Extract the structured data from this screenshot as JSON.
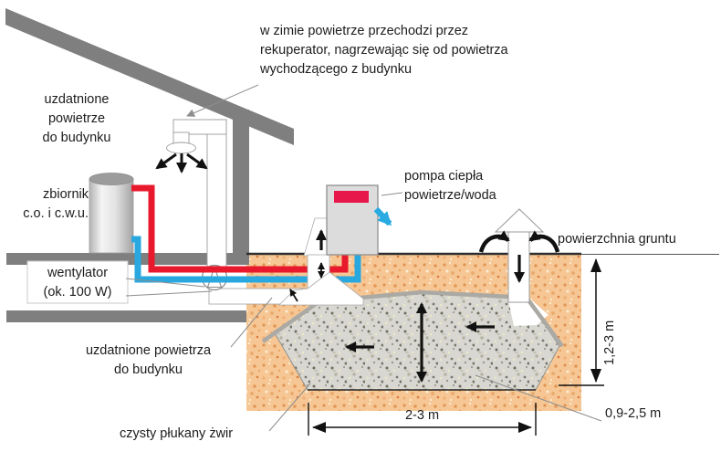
{
  "labels": {
    "winter_note": [
      "w zimie powietrze przechodzi przez",
      "rekuperator, nagrzewając się od powietrza",
      "wychodzącego z budynku"
    ],
    "supply_air_roof": [
      "uzdatnione",
      "powietrze",
      "do budynku"
    ],
    "tank": [
      "zbiornik",
      "c.o. i c.w.u."
    ],
    "fan": [
      "wentylator",
      "(ok. 100 W)"
    ],
    "supply_air_duct": [
      "uzdatnione powietrza",
      "do budynku"
    ],
    "heat_pump": [
      "pompa ciepła",
      "powietrze/woda"
    ],
    "ground_surface": "powierzchnia gruntu",
    "gravel": "czysty płukany żwir"
  },
  "dimensions": {
    "depth": "1,2-3 m",
    "bed_width": "2-3 m",
    "bed_height": "0,9-2,5 m"
  },
  "colors": {
    "hot_pipe": "#e8192c",
    "cold_pipe": "#29a8e0",
    "cold_air_arrow": "#29abe2",
    "heat_pump_panel": "#e8174b",
    "structure_gray": "#7f7f7f",
    "sand": "#f6c794",
    "gravel_fill": "#d8d7d1"
  }
}
